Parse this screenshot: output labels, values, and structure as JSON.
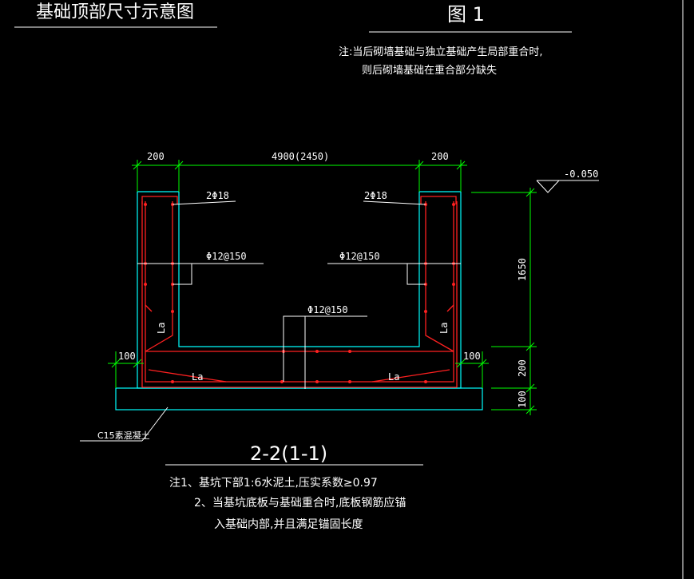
{
  "header": {
    "left_title": "基础顶部尺寸示意图",
    "right_title": "图 1",
    "note_line1": "注:当后砌墙基础与独立基础产生局部重合时,",
    "note_line2": "则后砌墙基础在重合部分缺失"
  },
  "dimensions": {
    "top_left": "200",
    "top_middle": "4900(2450)",
    "top_right": "200",
    "level": "-0.050",
    "right_upper": "1650",
    "right_middle": "200",
    "right_lower": "100",
    "left_offset": "100",
    "right_offset": "100"
  },
  "rebar_labels": {
    "left_top_bars": "2Φ18",
    "right_top_bars": "2Φ18",
    "left_stirrup": "Φ12@150",
    "right_stirrup": "Φ12@150",
    "bottom_bars": "Φ12@150",
    "anchor_left_vertical": "La",
    "anchor_right_vertical": "La",
    "anchor_left_bottom": "La",
    "anchor_right_bottom": "La"
  },
  "cushion_label": "C15素混凝土",
  "section": {
    "title": "2-2(1-1)",
    "note1": "注1、基坑下部1:6水泥土,压实系数≥0.97",
    "note2": "2、当基坑底板与基础重合时,底板钢筋应锚",
    "note3": "入基础内部,并且满足锚固长度"
  },
  "colors": {
    "background": "#000000",
    "concrete_outline": "#00ffff",
    "rebar": "#ff2020",
    "dimension": "#00ff00",
    "text": "#ffffff"
  }
}
